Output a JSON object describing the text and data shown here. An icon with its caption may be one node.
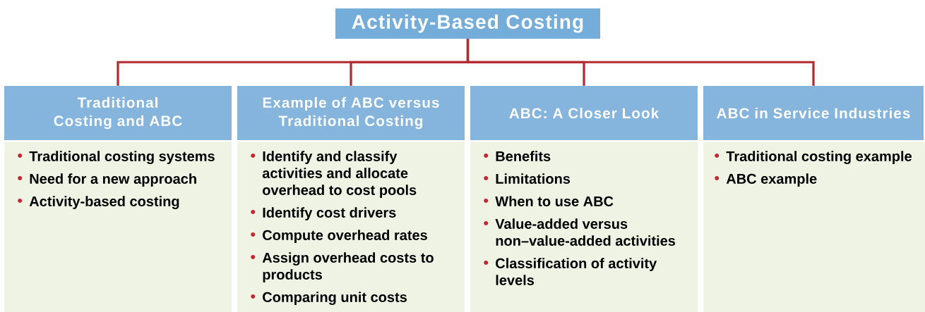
{
  "diagram": {
    "nodes": [
      {
        "text": [
          "Activity-Based Costing"
        ]
      },
      {
        "text": [
          "Traditional Costing and ABC"
        ]
      },
      {
        "text": [
          "Traditional costing systems",
          "Need for a new approach",
          "Activity-based costing"
        ]
      },
      {
        "text": [
          "Example of ABC versus Traditional Costing"
        ]
      },
      {
        "text": [
          "Identify and classify activities and allocate overhead to cost pools",
          "Identify cost drivers",
          "Compute overhead rates",
          "Assign overhead costs to products",
          "Comparing unit costs"
        ]
      },
      {
        "text": [
          "ABC: A Closer Look"
        ]
      },
      {
        "text": [
          "Benefits",
          "Limitations",
          "When to use ABC",
          "Value-added versus non–value-added activities",
          "Classification of activity levels"
        ]
      },
      {
        "text": [
          "ABC in Service Industries"
        ]
      },
      {
        "text": [
          "Traditional costing example",
          "ABC example"
        ]
      }
    ],
    "edges": [
      {
        "from": 0,
        "to": 1,
        "arrow": "none"
      },
      {
        "from": 0,
        "to": 3,
        "arrow": "none"
      },
      {
        "from": 0,
        "to": 5,
        "arrow": "none"
      },
      {
        "from": 0,
        "to": 7,
        "arrow": "none"
      }
    ]
  }
}
